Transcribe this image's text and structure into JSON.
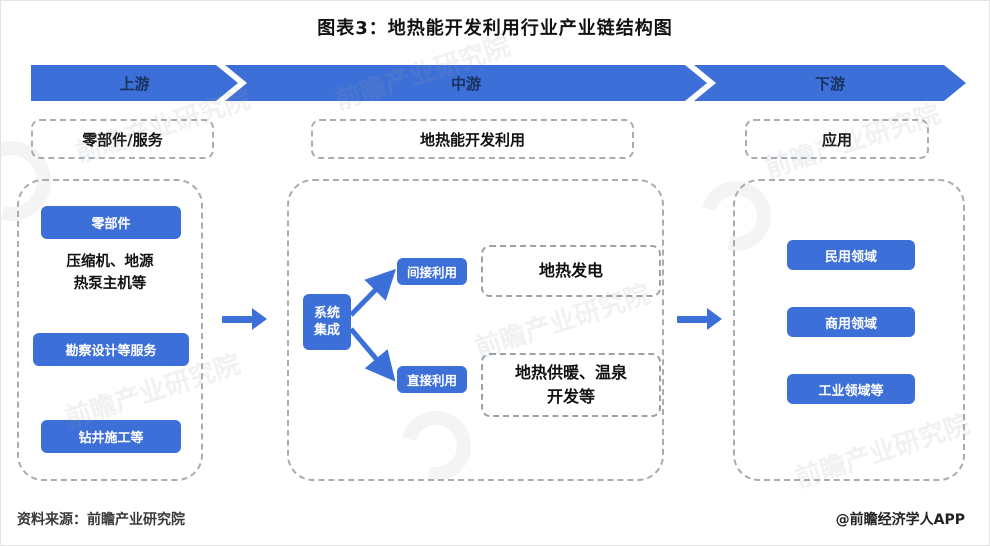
{
  "title": "图表3：地热能开发利用行业产业链结构图",
  "banners": {
    "upstream": "上游",
    "midstream": "中游",
    "downstream": "下游"
  },
  "stage_labels": {
    "upstream": "零部件/服务",
    "midstream": "地热能开发利用",
    "downstream": "应用"
  },
  "upstream": {
    "components_header": "零部件",
    "components_detail": "压缩机、地源\n热泵主机等",
    "survey": "勘察设计等服务",
    "drilling": "钻井施工等"
  },
  "midstream": {
    "system_integration": "系统\n集成",
    "indirect": "间接利用",
    "indirect_result": "地热发电",
    "direct": "直接利用",
    "direct_result": "地热供暖、温泉\n开发等"
  },
  "downstream": {
    "civil": "民用领域",
    "commercial": "商用领域",
    "industrial": "工业领域等"
  },
  "footer": {
    "source": "资料来源：前瞻产业研究院",
    "credit": "@前瞻经济学人APP"
  },
  "watermark_text": "前瞻产业研究院",
  "colors": {
    "primary_blue": "#3D6FD8",
    "banner_text": "#17325E",
    "dashed_border": "#A6ADB5"
  }
}
